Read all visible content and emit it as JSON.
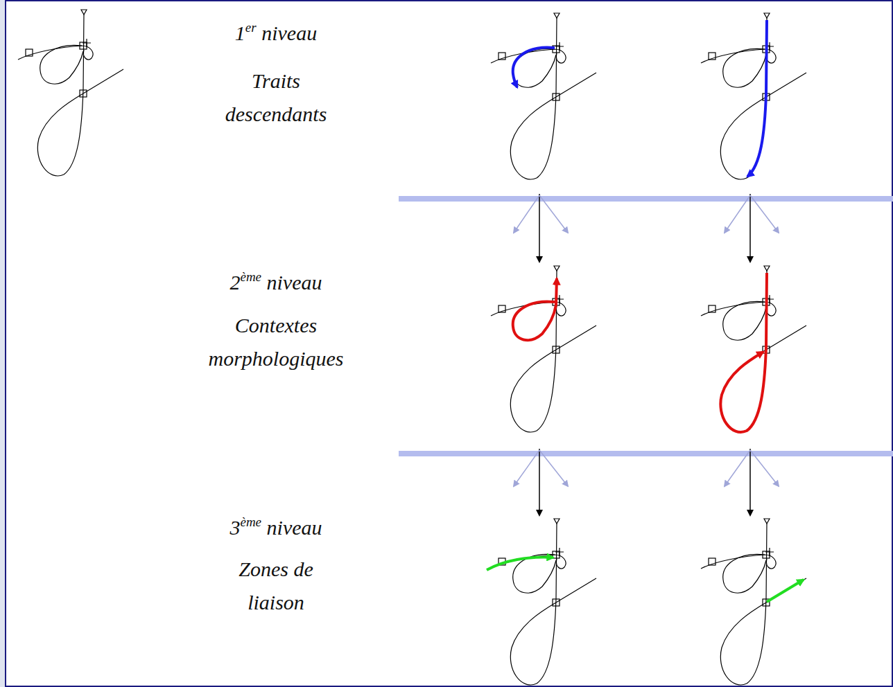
{
  "diagram": {
    "labels": [
      "1er niveau",
      "Traits descendants",
      "2ème niveau",
      "Contextes morphologiques",
      "3ème niveau",
      "Zones de liaison"
    ]
  }
}
